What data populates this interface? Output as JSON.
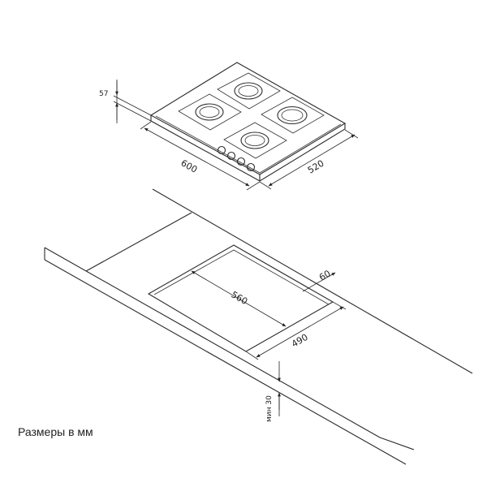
{
  "hob": {
    "height_label": "57",
    "width_label": "600",
    "depth_label": "520"
  },
  "cutout": {
    "width_label": "560",
    "depth_label": "490",
    "back_offset_label": "60",
    "min_thickness_label": "мин 30"
  },
  "caption": "Размеры в мм"
}
